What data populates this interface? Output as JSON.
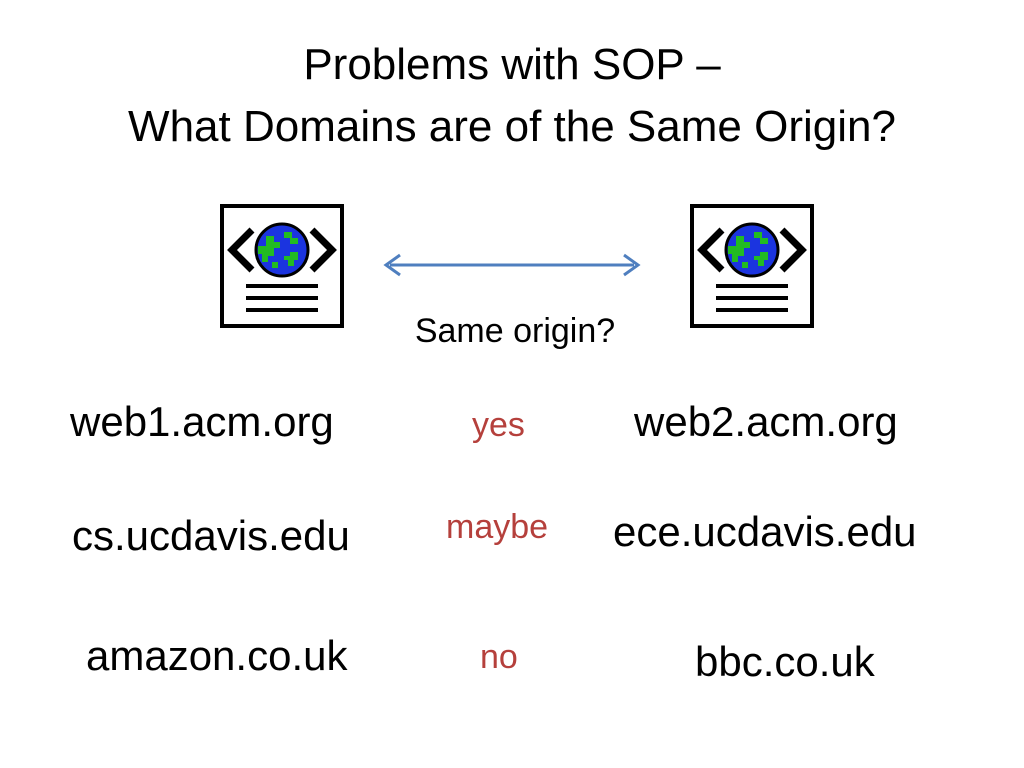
{
  "slide": {
    "title_line1": "Problems with SOP –",
    "title_line2": "What Domains are of the Same Origin?",
    "question": "Same origin?",
    "rows": [
      {
        "left": "web1.acm.org",
        "answer": "yes",
        "right": "web2.acm.org"
      },
      {
        "left": "cs.ucdavis.edu",
        "answer": "maybe",
        "right": "ece.ucdavis.edu"
      },
      {
        "left": "amazon.co.uk",
        "answer": "no",
        "right": "bbc.co.uk"
      }
    ]
  },
  "icons": {
    "left": "web-page-globe-icon",
    "right": "web-page-globe-icon",
    "arrow": "double-arrow-icon"
  },
  "colors": {
    "answer": "#b5403c",
    "arrow": "#4f7fbf",
    "globe_ocean": "#1b34e0",
    "globe_land": "#22bb22"
  }
}
